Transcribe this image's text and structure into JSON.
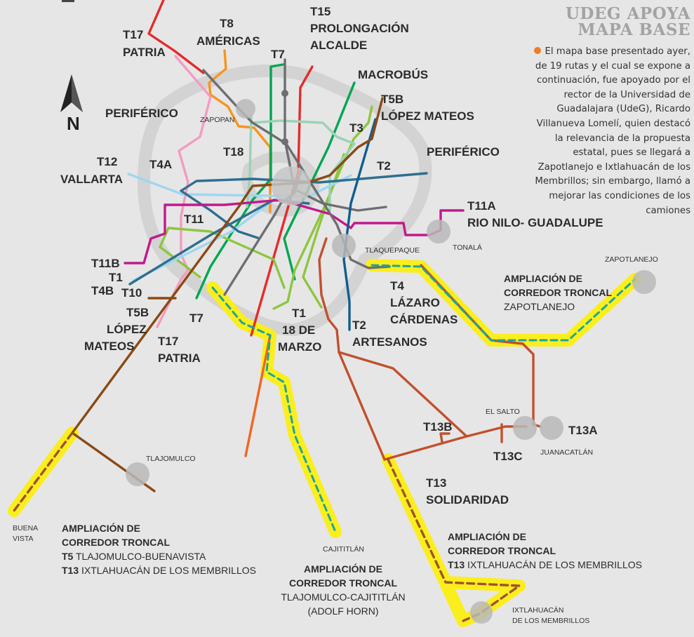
{
  "headline": {
    "line1": "UDEG APOYA",
    "line2": "MAPA BASE"
  },
  "description": "El mapa base presentado ayer, de 19 rutas y el cual se expone a continuación, fue apoyado por el rector de la Universidad de Guadalajara (UdeG), Ricardo Villanueva Lomelí, quien destacó la relevancia de la propuesta estatal, pues se llegará a Zapotlanejo e Ixtlahuacán de los Membrillos; sin embargo, llamó a mejorar las condiciones de los camiones",
  "compass": {
    "letter": "N"
  },
  "colors": {
    "background": "#e6e6e6",
    "ring_road": "#d3d3d3",
    "highlight": "#fbee1d",
    "dashed_route": "#1ea59b",
    "headline_gray": "#a3a3a3",
    "bullet_orange": "#f07a2a"
  },
  "route_labels": {
    "t15": "T15",
    "t15_name1": "PROLONGACIÓN",
    "t15_name2": "ALCALDE",
    "t17_top": "T17",
    "t17_top_name": "PATRIA",
    "t8": "T8",
    "t8_name": "AMÉRICAS",
    "t7_top": "T7",
    "macrobus": "MACROBÚS",
    "t5b_top": "T5B",
    "t5b_top_name": "LÓPEZ MATEOS",
    "periferico_left": "PERIFÉRICO",
    "t3": "T3",
    "periferico_right": "PERIFÉRICO",
    "t18": "T18",
    "t12": "T12",
    "t12_name": "VALLARTA",
    "t4a": "T4A",
    "t2_top": "T2",
    "t11a": "T11A",
    "t11a_name": "RIO NILO- GUADALUPE",
    "t11": "T11",
    "t11b": "T11B",
    "t1_left": "T1",
    "t4b": "T4B",
    "t10": "T10",
    "t5b_left": "T5B",
    "t5b_left_name1": "LÓPEZ",
    "t5b_left_name2": "MATEOS",
    "t7_bottom": "T7",
    "t17_bottom": "T17",
    "t17_bottom_name": "PATRIA",
    "t1_bottom": "T1",
    "t1_bottom_name": "18 DE",
    "t1_bottom_name2": "MARZO",
    "t4": "T4",
    "t4_name1": "LÁZARO",
    "t4_name2": "CÁRDENAS",
    "t2_bottom": "T2",
    "t2_bottom_name": "ARTESANOS",
    "t13b": "T13B",
    "t13a": "T13A",
    "t13c": "T13C",
    "t13": "T13",
    "t13_name": "SOLIDARIDAD"
  },
  "towns": {
    "zapopan": "ZAPOPAN",
    "tlaquepaque": "TLAQUEPAQUE",
    "tonala": "TONALÁ",
    "zapotlanejo": "ZAPOTLANEJO",
    "el_salto": "EL SALTO",
    "juanacatlan": "JUANACATLÁN",
    "tlajomulco": "TLAJOMULCO",
    "buena": "BUENA",
    "vista": "VISTA",
    "cajititlan": "CAJITITLÁN",
    "ixtlahuacan1": "IXTLAHUACÁN",
    "ixtlahuacan2": "DE LOS MEMBRILLOS"
  },
  "ampliaciones": {
    "zapotlanejo": {
      "line1": "AMPLIACIÓN DE",
      "line2": "CORREDOR TRONCAL",
      "line3": "ZAPOTLANEJO"
    },
    "southwest": {
      "line1": "AMPLIACIÓN DE",
      "line2": "CORREDOR TRONCAL",
      "r1_code": "T5",
      "r1_name": "TLAJOMULCO-BUENAVISTA",
      "r2_code": "T13",
      "r2_name": "IXTLAHUACÁN DE LOS MEMBRILLOS"
    },
    "cajititlan": {
      "line1": "AMPLIACIÓN DE",
      "line2": "CORREDOR TRONCAL",
      "line3": "TLAJOMULCO-CAJITITLÁN",
      "line4": "(ADOLF HORN)"
    },
    "ixtlahuacan": {
      "line1": "AMPLIACIÓN DE",
      "line2": "CORREDOR TRONCAL",
      "r_code": "T13",
      "r_name": "IXTLAHUACÁN DE LOS MEMBRILLOS"
    }
  }
}
